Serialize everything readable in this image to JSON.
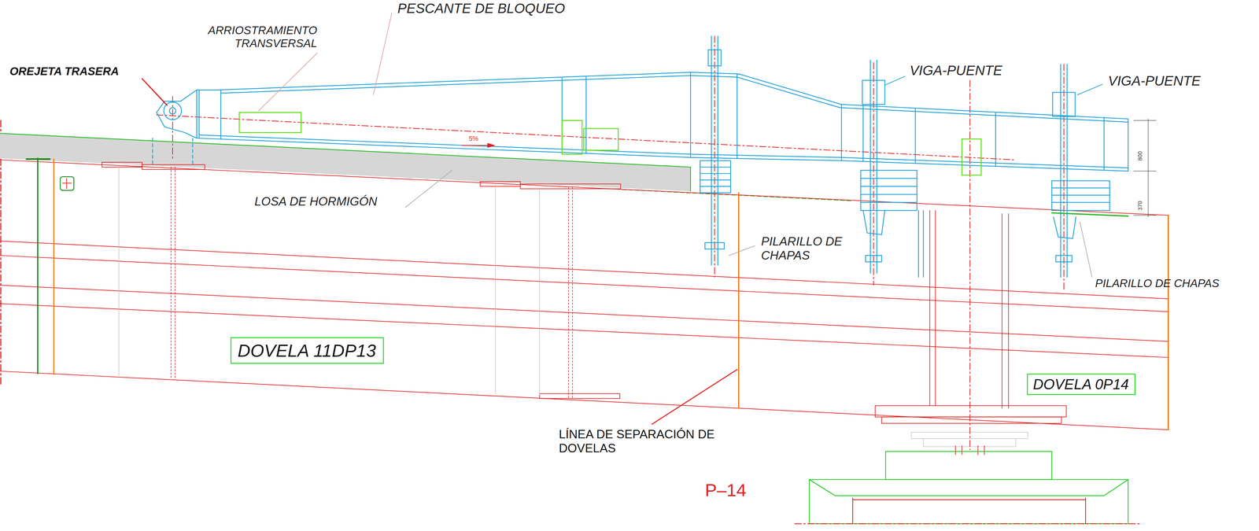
{
  "diagram": {
    "nodes": [
      {
        "text": [
          "DOVELA 11DP13"
        ]
      },
      {
        "text": [
          "DOVELA 0P14"
        ]
      }
    ],
    "labels": [
      "PESCANTE DE BLOQUEO",
      "ARRIOSTRAMIENTO TRANSVERSAL",
      "OREJETA TRASERA",
      "VIGA-PUENTE",
      "VIGA-PUENTE",
      "5%",
      "800",
      "370",
      "LOSA DE HORMIGÓN",
      "PILARILLO DE CHAPAS",
      "PILARILLO DE CHAPAS",
      "LÍNEA DE SEPARACIÓN DE DOVELAS",
      "P–14"
    ]
  }
}
